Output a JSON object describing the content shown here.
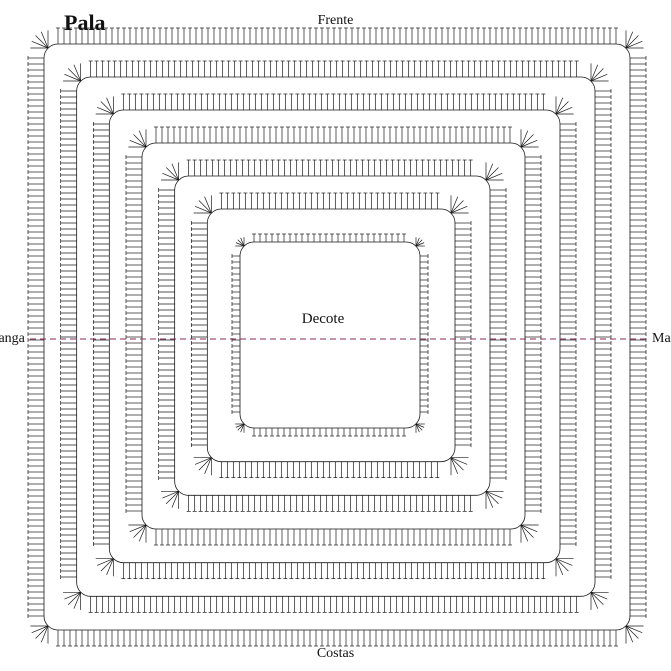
{
  "diagram": {
    "title": "Pala",
    "top_label": "Frente",
    "bottom_label": "Costas",
    "center_label": "Decote",
    "left_label": "Manga",
    "right_label": "Manga",
    "rounds": 7,
    "colors": {
      "stitch": "#1a1a1a",
      "divider": "#8a2a5a",
      "background": "#ffffff"
    }
  }
}
